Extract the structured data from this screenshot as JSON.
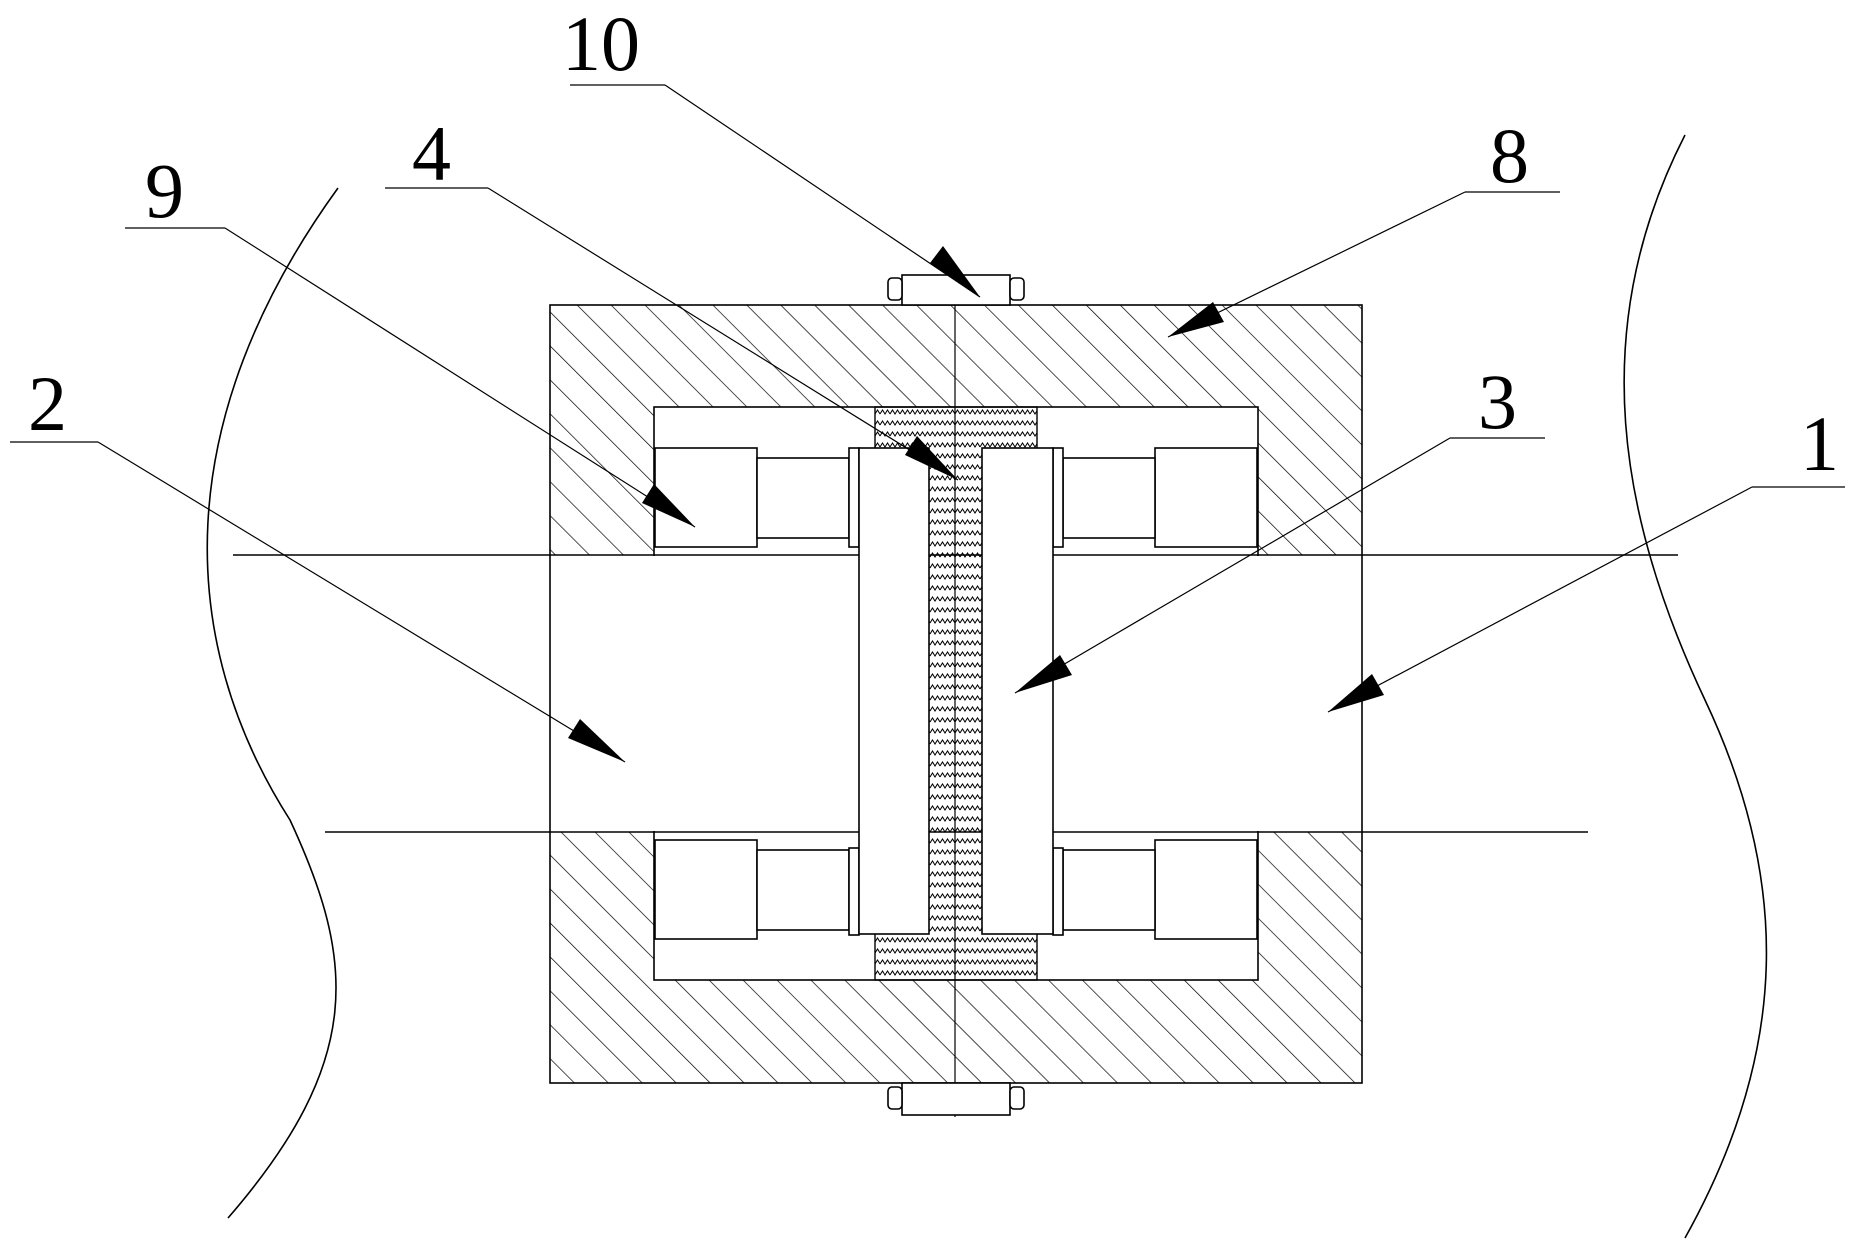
{
  "callouts": [
    {
      "id": "1",
      "text": "1"
    },
    {
      "id": "2",
      "text": "2"
    },
    {
      "id": "3",
      "text": "3"
    },
    {
      "id": "4",
      "text": "4"
    },
    {
      "id": "8",
      "text": "8"
    },
    {
      "id": "9",
      "text": "9"
    },
    {
      "id": "10",
      "text": "10"
    }
  ],
  "colors": {
    "line": "#000000",
    "background": "#ffffff"
  }
}
